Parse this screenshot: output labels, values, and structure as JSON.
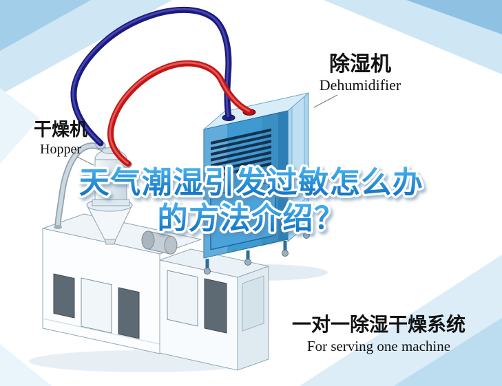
{
  "labels": {
    "dehumidifier": {
      "zh": "除湿机",
      "en": "Dehumidifier"
    },
    "hopper": {
      "zh": "干燥机",
      "en": "Hopper"
    },
    "system": {
      "zh": "一对一除湿干燥系统",
      "en": "For serving one machine"
    }
  },
  "title": {
    "line1": "天气潮湿引发过敏怎么办",
    "line2": "的方法介绍？"
  },
  "colors": {
    "title_top": "#49b5f1",
    "title_bottom": "#0d6bbd",
    "title_outline": "#ffffff",
    "pipe_blue": "#1a1a80",
    "pipe_blue_highlight": "#4d4db4",
    "pipe_red": "#c31616",
    "pipe_red_highlight": "#e8645f",
    "dehumidifier_blue": "#3f9ad2",
    "corner_blue": "#bddcf0",
    "label_text": "#111111"
  },
  "scene": {
    "machines": [
      "dehumidifier-machine",
      "hopper-dryer-unit",
      "extruder-machine"
    ],
    "pipes": [
      "blue-return-pipe",
      "red-supply-pipe"
    ]
  }
}
